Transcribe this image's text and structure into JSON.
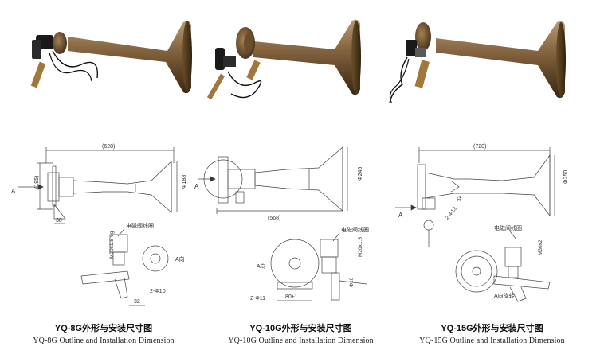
{
  "horns": [
    {
      "caption_cn": "YQ-8G外形与安装尺寸图",
      "caption_en": "YQ-8G Outline and Installation Dimension",
      "dims": {
        "overall": "(628)",
        "height": "(195)",
        "bell": "Φ188",
        "base": "38",
        "arrow": "A",
        "coil": "电磁阀线圈",
        "thread": "M20x1.5-6g",
        "view": "A向",
        "holes": "2-Φ10",
        "spacing": "32"
      }
    },
    {
      "caption_cn": "YQ-10G外形与安装尺寸图",
      "caption_en": "YQ-10G Outline and Installation Dimension",
      "dims": {
        "overall": "(568)",
        "bell": "Φ245",
        "arrow": "A",
        "coil": "电磁阀线圈",
        "thread": "M20x1.5",
        "pipe": "Φ10",
        "view": "A向",
        "holes": "2-Φ11",
        "spacing": "80±1"
      }
    },
    {
      "caption_cn": "YQ-15G外形与安装尺寸图",
      "caption_en": "YQ-15G Outline and Installation Dimension",
      "dims": {
        "overall": "(720)",
        "bell": "Φ250",
        "arrow": "A",
        "small1": "32",
        "small2": "2-Φ13",
        "coil": "电磁阀线圈",
        "thread": "M30x2",
        "view": "A向旋转"
      }
    }
  ]
}
